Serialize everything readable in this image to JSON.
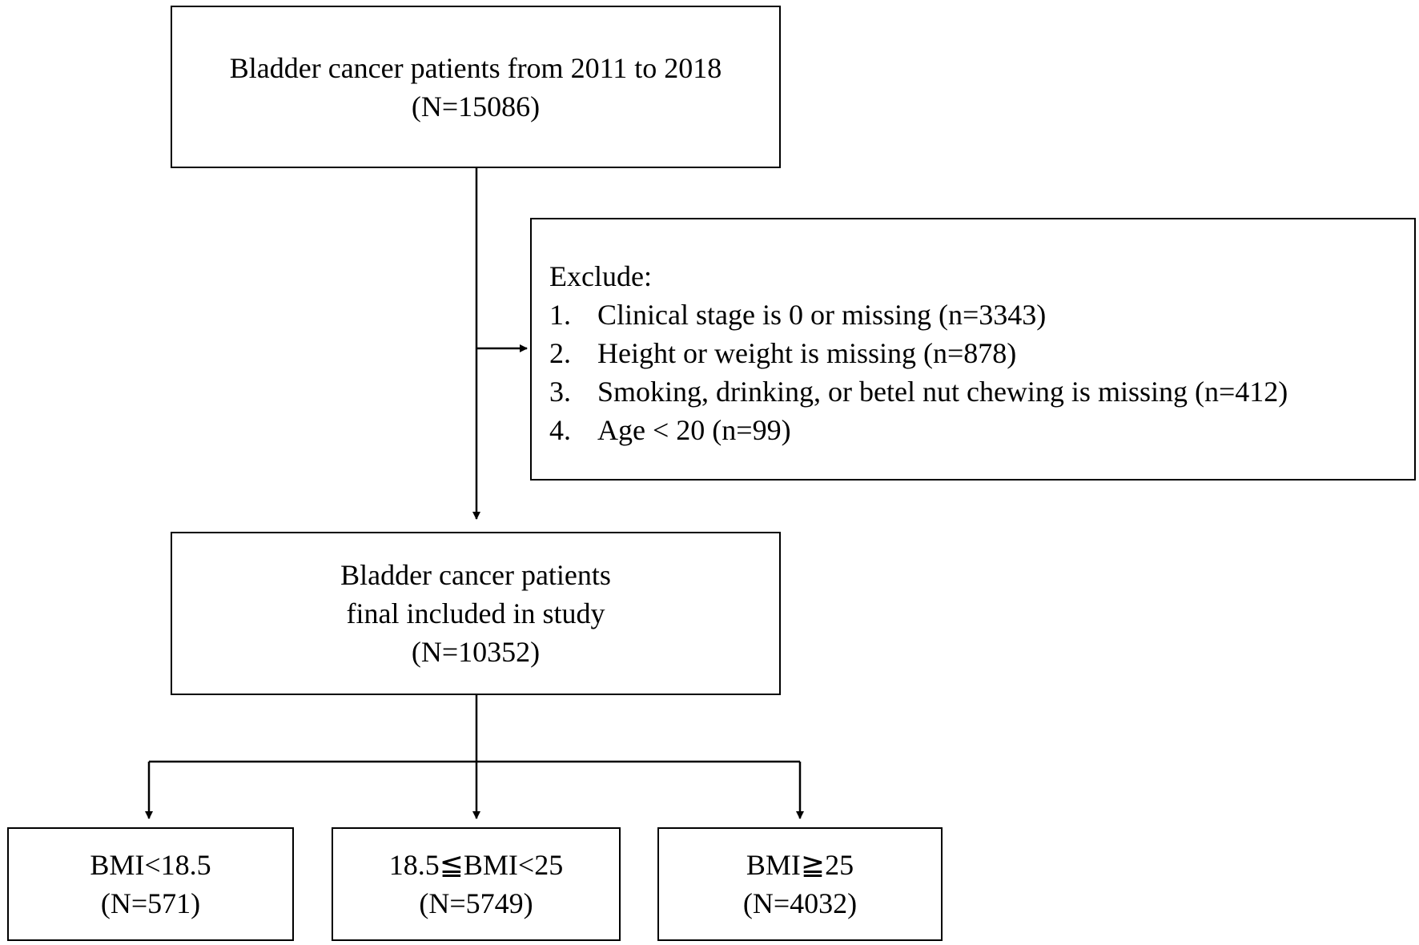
{
  "top_box": {
    "line1": "Bladder cancer patients from 2011 to 2018",
    "line2": "(N=15086)"
  },
  "exclude_box": {
    "title": "Exclude:",
    "items": [
      {
        "num": "1.",
        "text": "Clinical stage is 0 or missing (n=3343)"
      },
      {
        "num": "2.",
        "text": "Height or weight is missing (n=878)"
      },
      {
        "num": "3.",
        "text": "Smoking, drinking, or betel nut chewing is missing (n=412)"
      },
      {
        "num": "4.",
        "text": "Age < 20 (n=99)"
      }
    ]
  },
  "final_box": {
    "line1": "Bladder cancer patients",
    "line2": "final included in study",
    "line3": "(N=10352)"
  },
  "groups": [
    {
      "label": "BMI<18.5",
      "count": "(N=571)"
    },
    {
      "label": "18.5≦BMI<25",
      "count": "(N=5749)"
    },
    {
      "label": "BMI≧25",
      "count": "(N=4032)"
    }
  ]
}
